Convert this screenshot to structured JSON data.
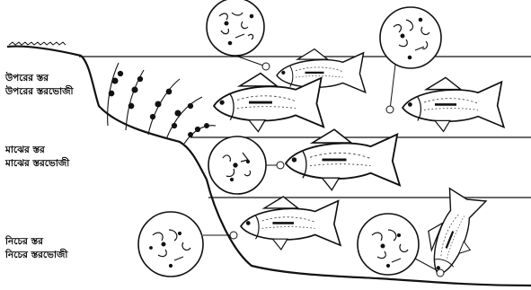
{
  "layers": [
    {
      "id": "upper",
      "layer_label": "উপরের স্তর",
      "feeder_label": "উপরের স্তরভোজী"
    },
    {
      "id": "middle",
      "layer_label": "মাঝের স্তর",
      "feeder_label": "মাঝের স্তরভোজী"
    },
    {
      "id": "bottom",
      "layer_label": "নিচের স্তর",
      "feeder_label": "নিচের স্তরভোজী"
    }
  ],
  "icons": {
    "fish": "fish-icon",
    "plankton": "plankton-icon",
    "aquatic_plant": "aquatic-plant-icon"
  },
  "colors": {
    "ink": "#111111",
    "background": "#ffffff"
  }
}
